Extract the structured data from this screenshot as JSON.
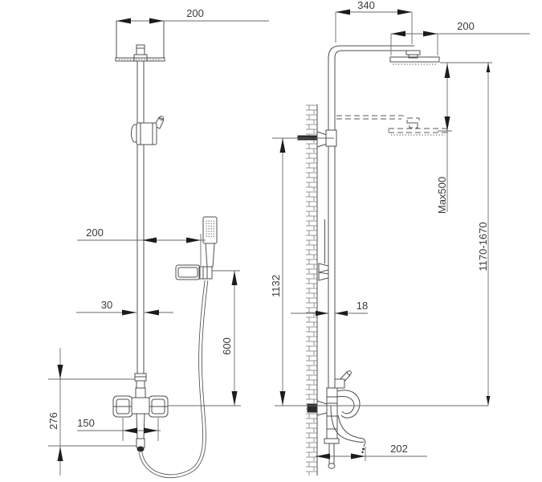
{
  "drawing": {
    "type": "shower-system-dimension-drawing",
    "background_color": "#ffffff",
    "line_color": "#4f4f4f",
    "dimension_line_color": "#6a6a6a",
    "arrow_color": "#1c1c1c",
    "label_color": "#3a3a3a",
    "dimensions": {
      "front": {
        "head_width": "200",
        "hand_shower_offset": "200",
        "pipe_width": "30",
        "hose_drop": "600",
        "body_height": "276",
        "handle_spacing": "150"
      },
      "side": {
        "arm_projection": "340",
        "head_depth": "200",
        "max_drop": "Max500",
        "height_range": "1170-1670",
        "riser_height": "1132",
        "pipe_depth": "18",
        "spout_reach": "202"
      }
    }
  }
}
